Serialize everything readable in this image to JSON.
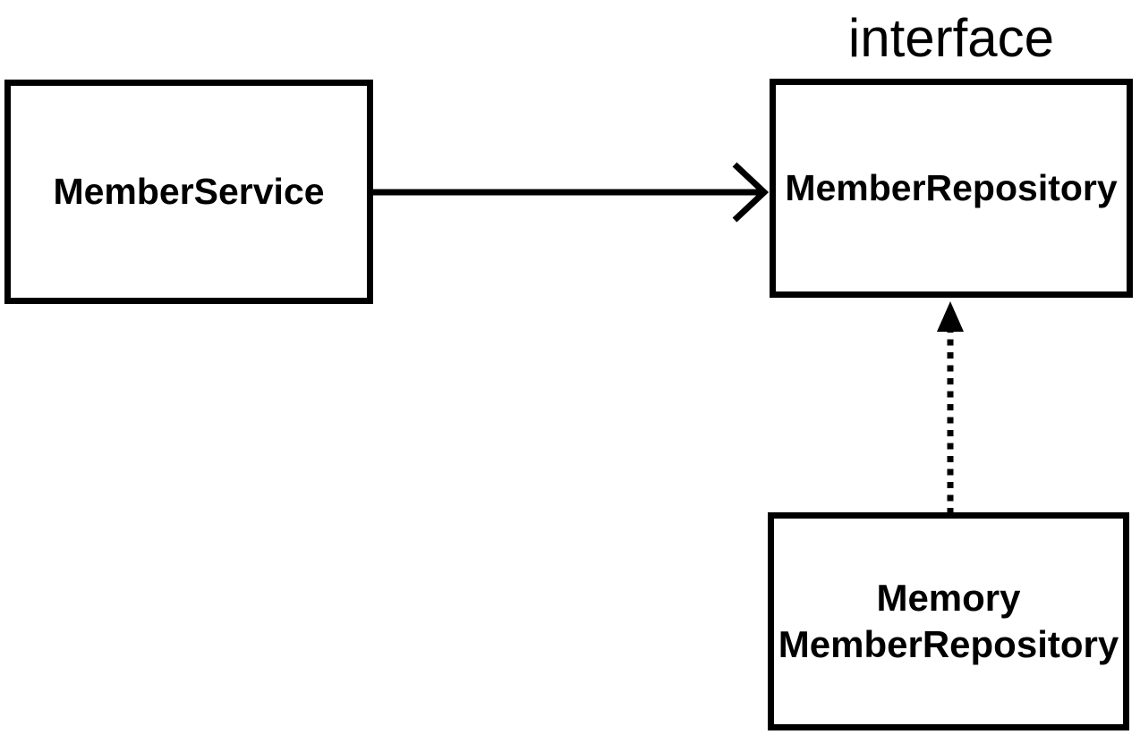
{
  "diagram": {
    "title": "",
    "colors": {
      "ink": "#000000",
      "background": "#ffffff"
    },
    "nodes": {
      "member_service": {
        "label": "MemberService"
      },
      "member_repository": {
        "label": "MemberRepository",
        "stereotype": "interface"
      },
      "memory_member_repository": {
        "label_line1": "Memory",
        "label_line2": "MemberRepository"
      }
    },
    "edges": [
      {
        "from": "MemberService",
        "to": "MemberRepository",
        "style": "solid",
        "arrowhead": "open-chevron",
        "direction": "right"
      },
      {
        "from": "MemoryMemberRepository",
        "to": "MemberRepository",
        "style": "dotted",
        "arrowhead": "filled-triangle",
        "direction": "up"
      }
    ]
  }
}
